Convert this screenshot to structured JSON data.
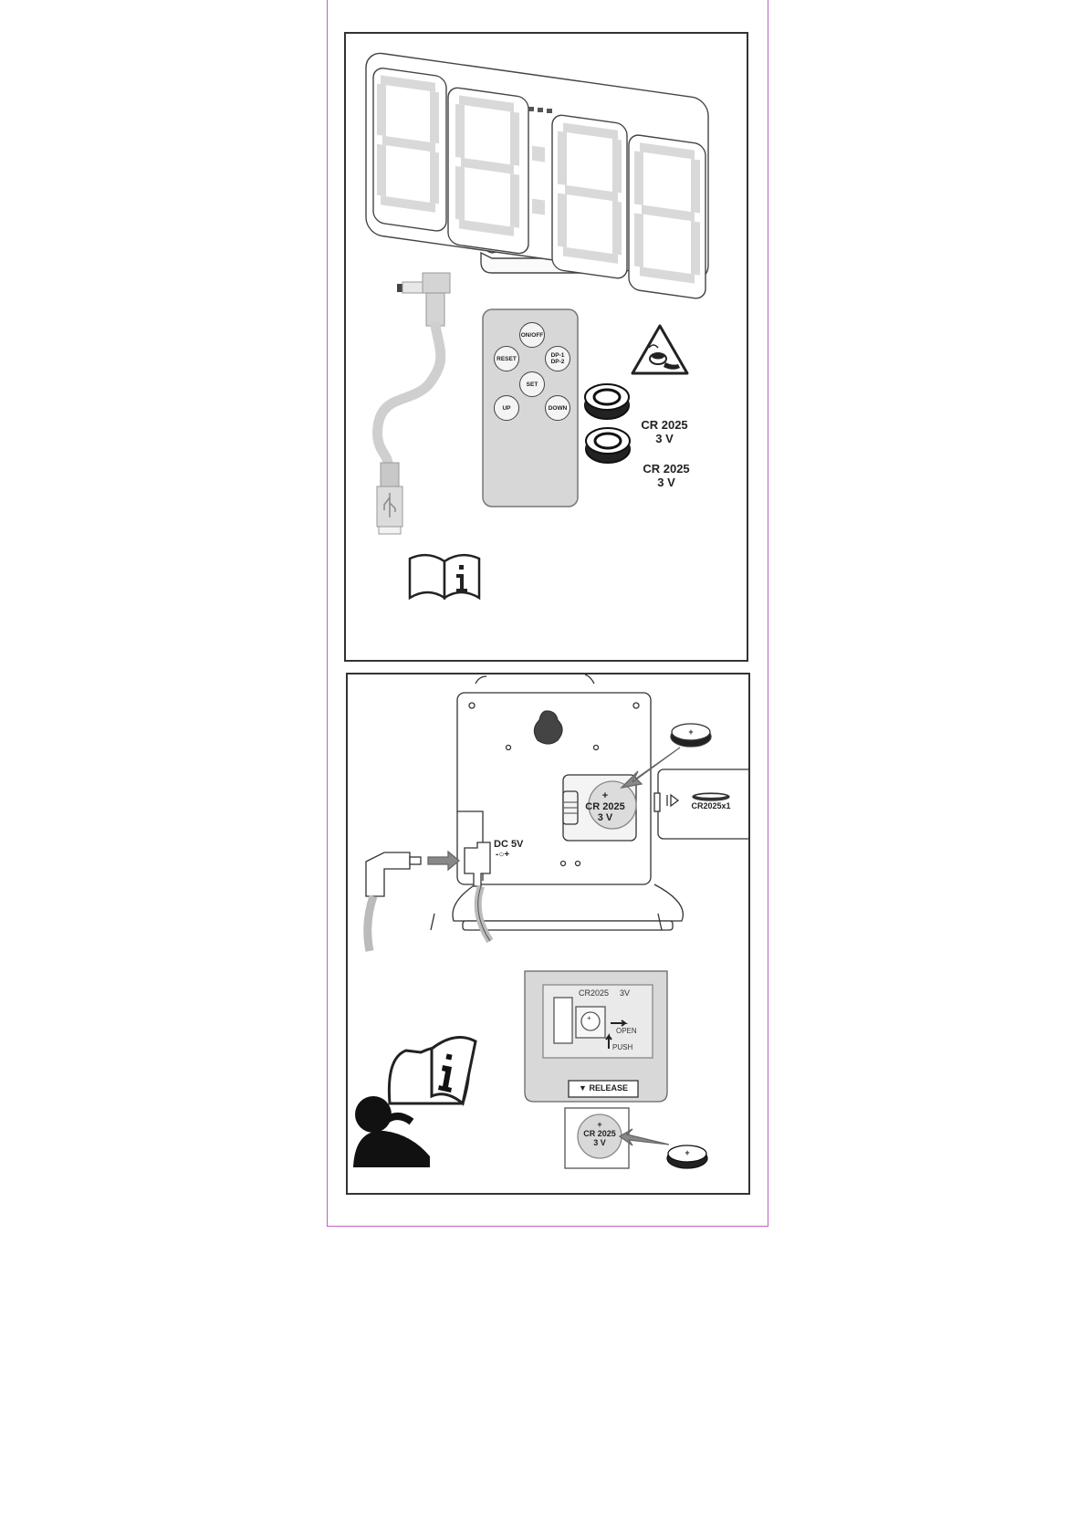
{
  "remote": {
    "buttons": {
      "on_off": "ON/OFF",
      "reset": "RESET",
      "dp_1": "DP-1",
      "dp_2": "DP-2",
      "set": "SET",
      "up": "UP",
      "down": "DOWN"
    }
  },
  "batteries": [
    {
      "model": "CR 2025",
      "voltage": "3 V"
    },
    {
      "model": "CR 2025",
      "voltage": "3 V"
    }
  ],
  "clock_back": {
    "battery_model": "CR 2025",
    "battery_voltage": "3 V",
    "battery_plus": "+",
    "coin_plus": "+",
    "door_label": "CR2025x1",
    "power_label": "DC 5V",
    "polarity": "-○+"
  },
  "remote_back": {
    "cover_model": "CR2025",
    "cover_voltage": "3V",
    "cover_plus": "+",
    "open_label": "OPEN",
    "push_label": "PUSH",
    "release_label": "▼ RELEASE",
    "tray_plus": "+",
    "tray_model": "CR 2025",
    "tray_voltage": "3 V",
    "coin_plus": "+"
  },
  "icons": [
    "coin-battery-warning-icon",
    "manual-info-icon",
    "read-manual-person-icon"
  ]
}
